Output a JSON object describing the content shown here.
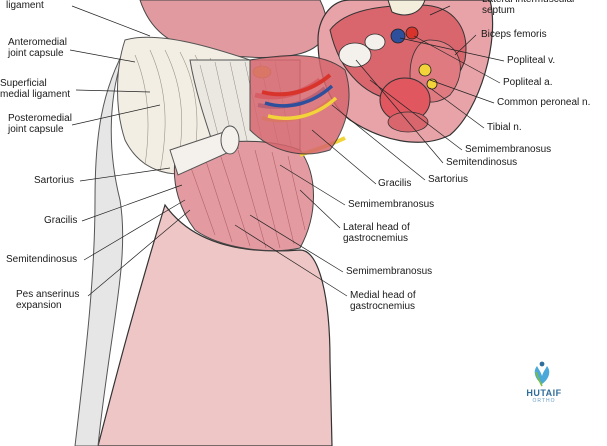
{
  "labels": {
    "ligament": "ligament",
    "anteromedial_capsule": "Anteromedial\njoint capsule",
    "superficial_medial_ligament": "Superficial\nmedial ligament",
    "posteromedial_capsule": "Posteromedial\njoint capsule",
    "sartorius_left": "Sartorius",
    "gracilis_left": "Gracilis",
    "semitendinosus_left": "Semitendinosus",
    "pes_anserinus": "Pes anserinus\nexpansion",
    "lateral_intermuscular_septum": "Lateral intermuscular\nseptum",
    "biceps_femoris": "Biceps femoris",
    "popliteal_v": "Popliteal v.",
    "popliteal_a": "Popliteal a.",
    "common_peroneal": "Common peroneal n.",
    "tibial_n": "Tibial n.",
    "semimembranosus_r": "Semimembranosus",
    "semitendinosus_r": "Semitendinosus",
    "sartorius_r": "Sartorius",
    "gracilis_r": "Gracilis",
    "semimembranosus_mid": "Semimembranosus",
    "lateral_head_gastroc": "Lateral head of\ngastrocnemius",
    "semimembranosus_low": "Semimembranosus",
    "medial_head_gastroc": "Medial head of\ngastrocnemius"
  },
  "logo": {
    "name": "HUTAIF",
    "sub": "ORTHO"
  },
  "colors": {
    "muscle": "#e8a3a8",
    "muscle_dark": "#c9646c",
    "skin": "#efc6c6",
    "bone": "#f3eddc",
    "artery": "#d8342c",
    "vein": "#2d4f9c",
    "nerve": "#f2d43a",
    "tendon": "#f1eeea",
    "logo": "#2f6e9a"
  }
}
